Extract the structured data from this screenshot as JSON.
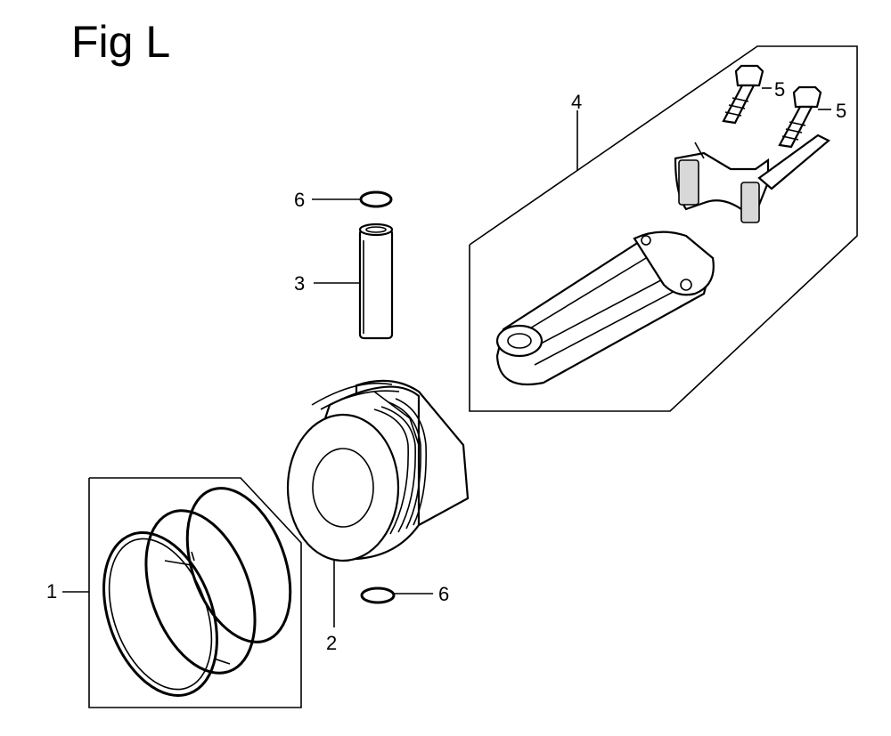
{
  "figure": {
    "title": "Fig L"
  },
  "callouts": [
    {
      "id": "piston-ring-set",
      "label": "1"
    },
    {
      "id": "piston",
      "label": "2"
    },
    {
      "id": "piston-pin",
      "label": "3"
    },
    {
      "id": "connecting-rod-set",
      "label": "4"
    },
    {
      "id": "bolt-left",
      "label": "5"
    },
    {
      "id": "bolt-right",
      "label": "5"
    },
    {
      "id": "clip-top",
      "label": "6"
    },
    {
      "id": "clip-bottom",
      "label": "6"
    }
  ]
}
